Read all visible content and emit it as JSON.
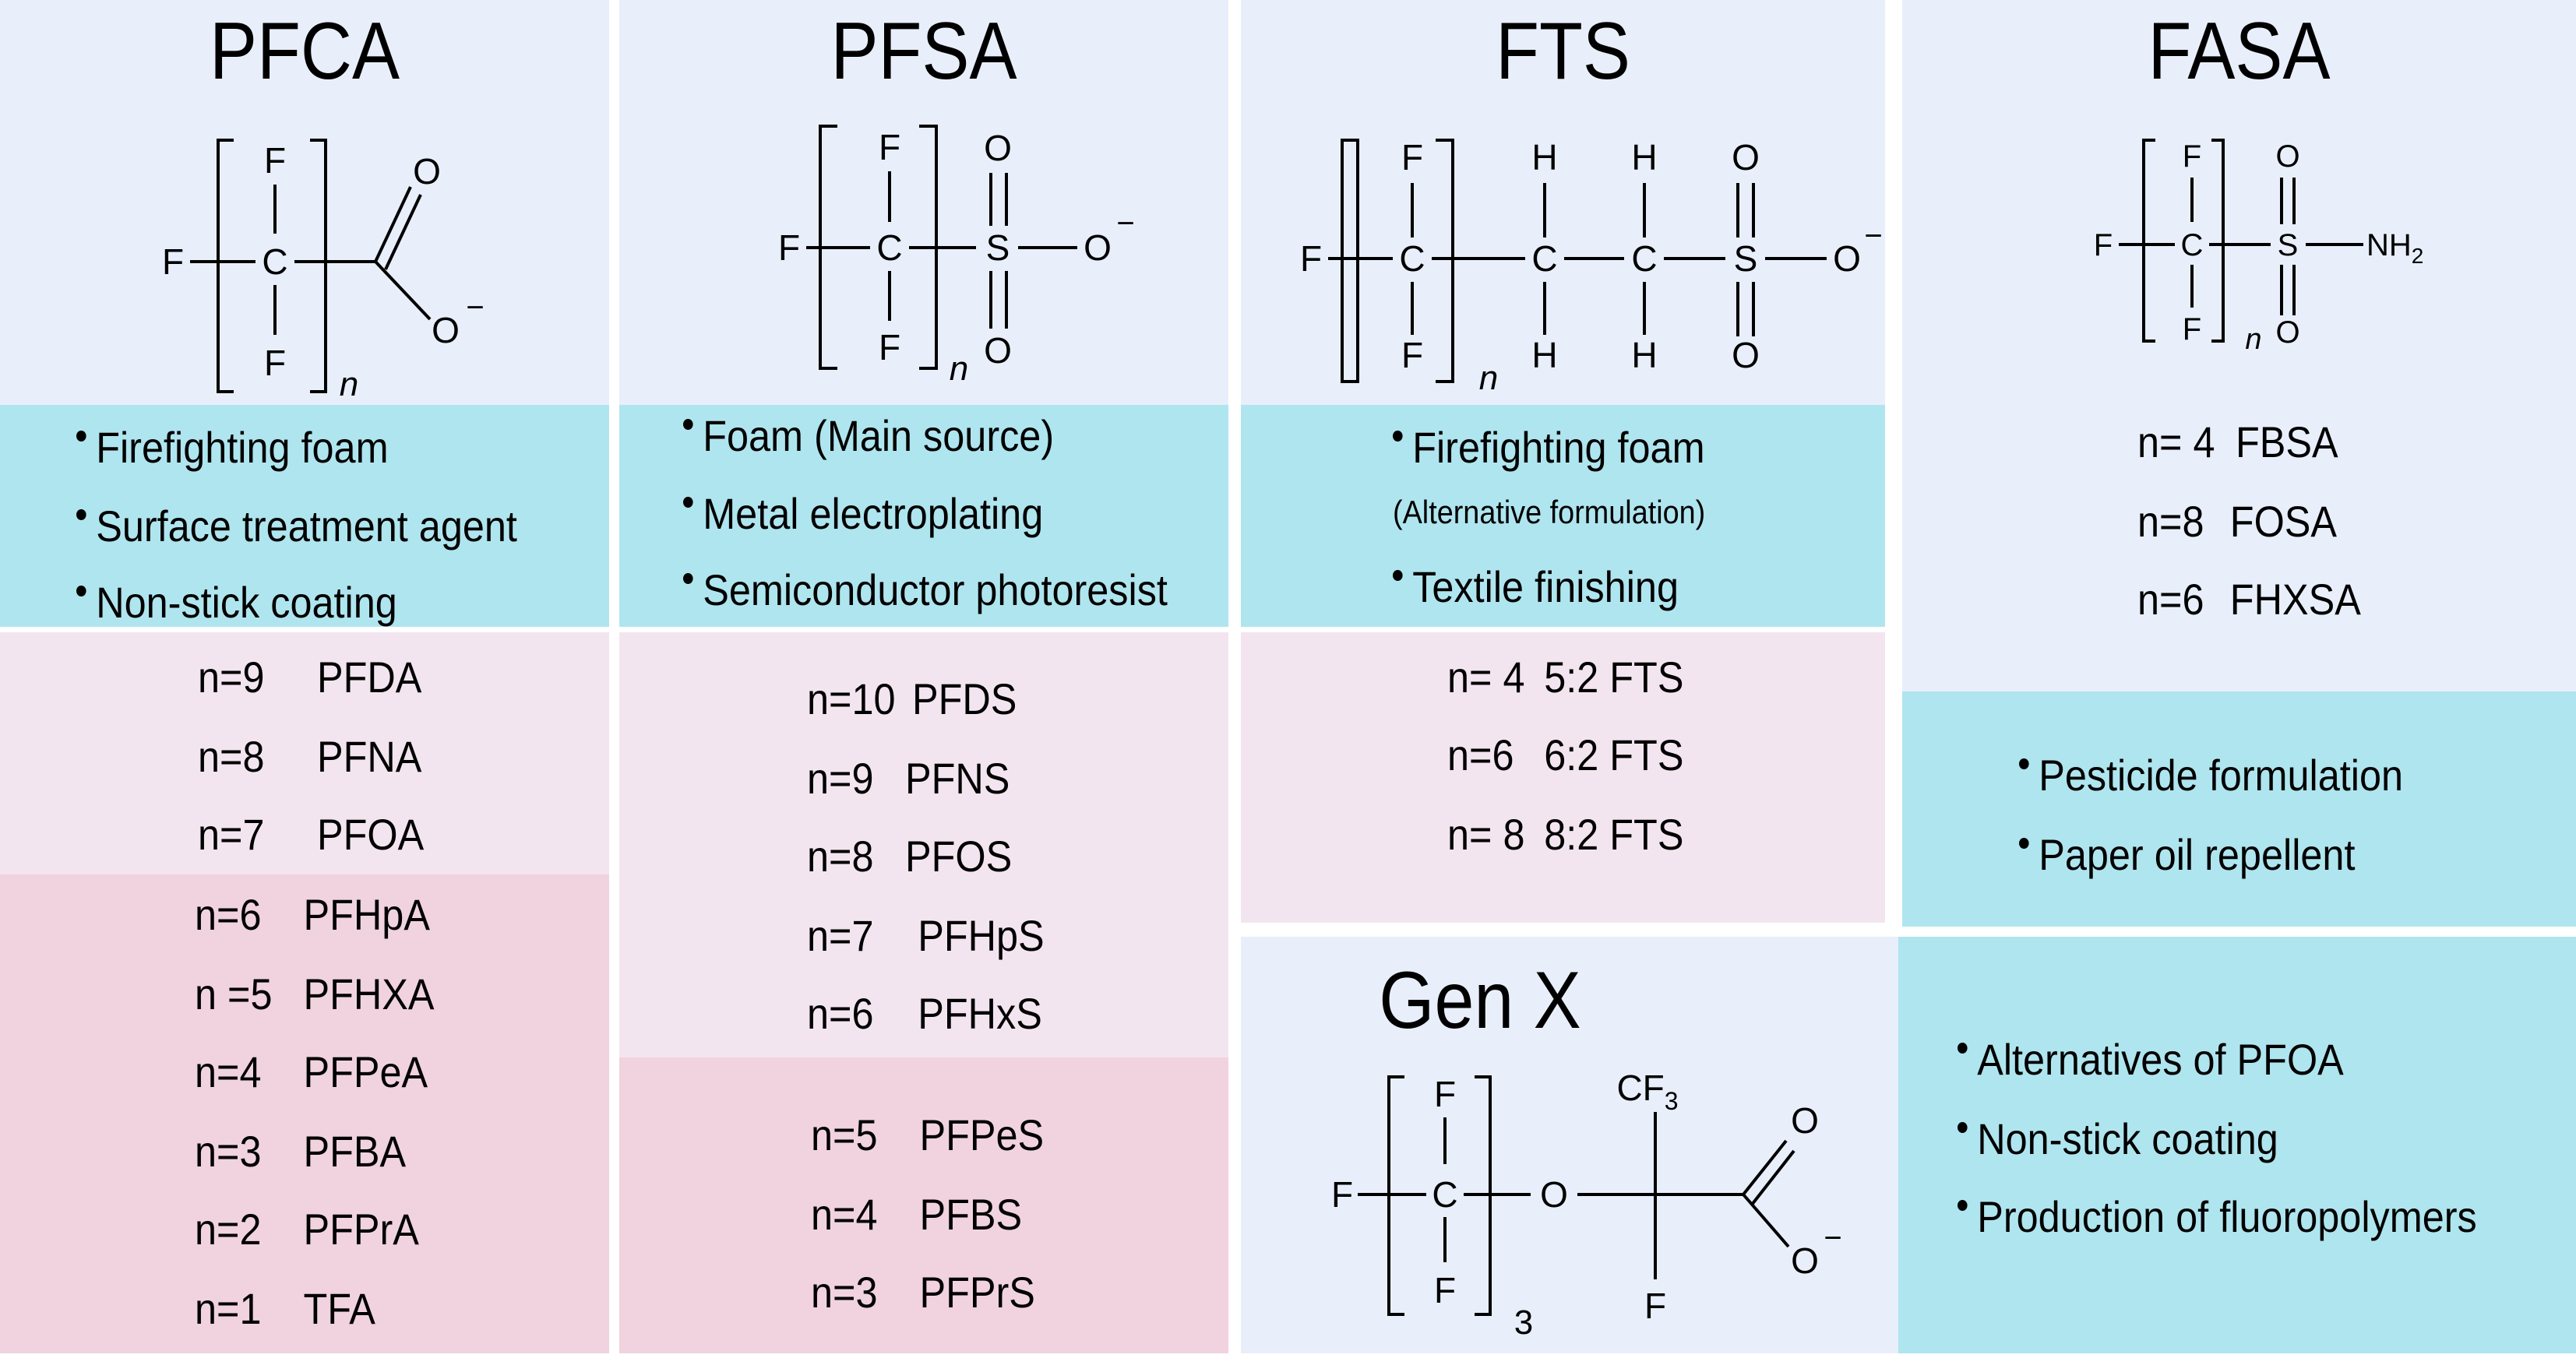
{
  "panels": {
    "pfca": {
      "title": "PFCA",
      "uses": [
        "Firefighting foam",
        "Surface treatment agent",
        "Non-stick coating"
      ],
      "long_chain": [
        {
          "n": "n=9",
          "name": "PFDA"
        },
        {
          "n": "n=8",
          "name": "PFNA"
        },
        {
          "n": "n=7",
          "name": "PFOA"
        }
      ],
      "short_chain": [
        {
          "n": "n=6",
          "name": "PFHpA"
        },
        {
          "n": "n =5",
          "name": "PFHXA"
        },
        {
          "n": "n=4",
          "name": "PFPeA"
        },
        {
          "n": "n=3",
          "name": "PFBA"
        },
        {
          "n": "n=2",
          "name": "PFPrA"
        },
        {
          "n": "n=1",
          "name": "TFA"
        }
      ],
      "structure": {
        "atoms": {
          "f": "F",
          "c": "C",
          "o": "O",
          "charge": "−",
          "sub": "n"
        }
      }
    },
    "pfsa": {
      "title": "PFSA",
      "uses": [
        "Foam (Main source)",
        "Metal electroplating",
        "Semiconductor photoresist"
      ],
      "long_chain": [
        {
          "n": "n=10",
          "name": "PFDS"
        },
        {
          "n": "n=9",
          "name": "PFNS"
        },
        {
          "n": "n=8",
          "name": "PFOS"
        },
        {
          "n": "n=7",
          "name": "PFHpS"
        },
        {
          "n": "n=6",
          "name": "PFHxS"
        }
      ],
      "short_chain": [
        {
          "n": "n=5",
          "name": "PFPeS"
        },
        {
          "n": "n=4",
          "name": "PFBS"
        },
        {
          "n": "n=3",
          "name": "PFPrS"
        }
      ],
      "structure": {
        "atoms": {
          "f": "F",
          "c": "C",
          "s": "S",
          "o": "O",
          "charge": "−",
          "sub": "n"
        }
      }
    },
    "fts": {
      "title": "FTS",
      "uses": [
        "Firefighting foam",
        "(Alternative formulation)",
        "Textile finishing"
      ],
      "compounds": [
        {
          "n": "n= 4",
          "name": "5:2 FTS"
        },
        {
          "n": "n=6",
          "name": "6:2 FTS"
        },
        {
          "n": "n= 8",
          "name": "8:2 FTS"
        }
      ],
      "structure": {
        "atoms": {
          "f": "F",
          "c": "C",
          "h": "H",
          "s": "S",
          "o": "O",
          "charge": "−",
          "sub": "n"
        }
      }
    },
    "fasa": {
      "title": "FASA",
      "compounds": [
        {
          "n": "n= 4",
          "name": "FBSA"
        },
        {
          "n": "n=8",
          "name": "FOSA"
        },
        {
          "n": "n=6",
          "name": "FHXSA"
        }
      ],
      "uses": [
        "Pesticide formulation",
        "Paper oil repellent"
      ],
      "structure": {
        "atoms": {
          "f": "F",
          "c": "C",
          "s": "S",
          "o": "O",
          "nh": "NH",
          "nh_sub": "2",
          "sub": "n"
        }
      }
    },
    "genx": {
      "title": "Gen X",
      "uses": [
        "Alternatives of PFOA",
        "Non-stick coating",
        "Production of fluoropolymers"
      ],
      "structure": {
        "atoms": {
          "f": "F",
          "c": "C",
          "o": "O",
          "cf": "CF",
          "cf_sub": "3",
          "charge": "−",
          "sub": "3"
        }
      }
    }
  },
  "colors": {
    "header_bg": "#e8effb",
    "uses_bg": "#afe5ef",
    "long_chain_bg": "#f3e5ef",
    "short_chain_bg": "#f0d3de"
  }
}
